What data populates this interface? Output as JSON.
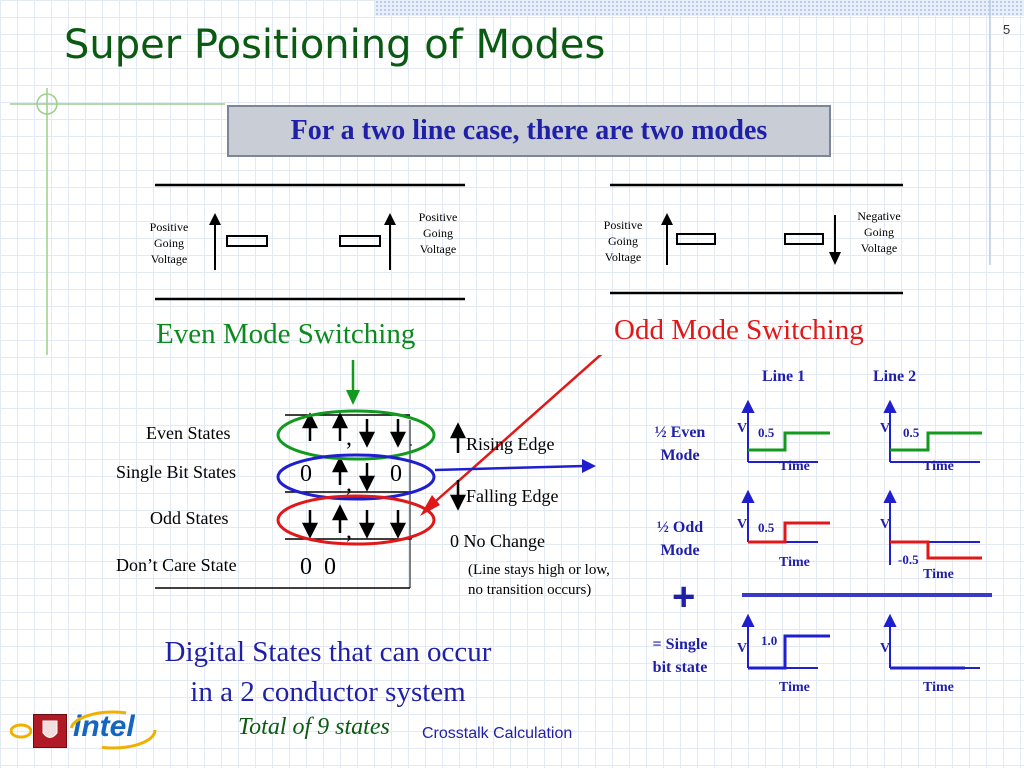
{
  "slide": {
    "title": "Super Positioning of Modes",
    "page_number": "5",
    "callout": "For a two line case, there are two modes",
    "even_diagram": {
      "left_label": "Positive\nGoing\nVoltage",
      "right_label": "Positive\nGoing\nVoltage",
      "caption": "Even Mode Switching"
    },
    "odd_diagram": {
      "left_label": "Positive\nGoing\nVoltage",
      "right_label": "Negative\nGoing\nVoltage",
      "caption": "Odd Mode Switching"
    },
    "states": {
      "rows": [
        "Even States",
        "Single Bit States",
        "Odd States",
        "Don’t Care State"
      ],
      "single_bit_left": "0",
      "single_bit_right": "0",
      "dont_care": "0  0",
      "comma": ","
    },
    "legend": {
      "rising": "Rising Edge",
      "falling": "Falling Edge",
      "no_change": "0 No Change",
      "note": "(Line stays high or low,\nno transition occurs)"
    },
    "waveforms": {
      "line1_header": "Line 1",
      "line2_header": "Line 2",
      "half_even": "½ Even\nMode",
      "half_odd": "½ Odd\nMode",
      "single": "= Single\nbit state",
      "plus": "+",
      "v": "V",
      "time": "Time",
      "even_l1_value": "0.5",
      "even_l2_value": "0.5",
      "odd_l1_value": "0.5",
      "odd_l2_value": "-0.5",
      "single_l1_value": "1.0",
      "colors": {
        "even": "#129a1e",
        "odd": "#e01818",
        "single": "#1f1fd0"
      }
    },
    "digital_text": "Digital States that can occur\nin a 2 conductor system",
    "total": "Total of 9 states",
    "footer": "Crosstalk Calculation",
    "logo_text": "intel"
  }
}
